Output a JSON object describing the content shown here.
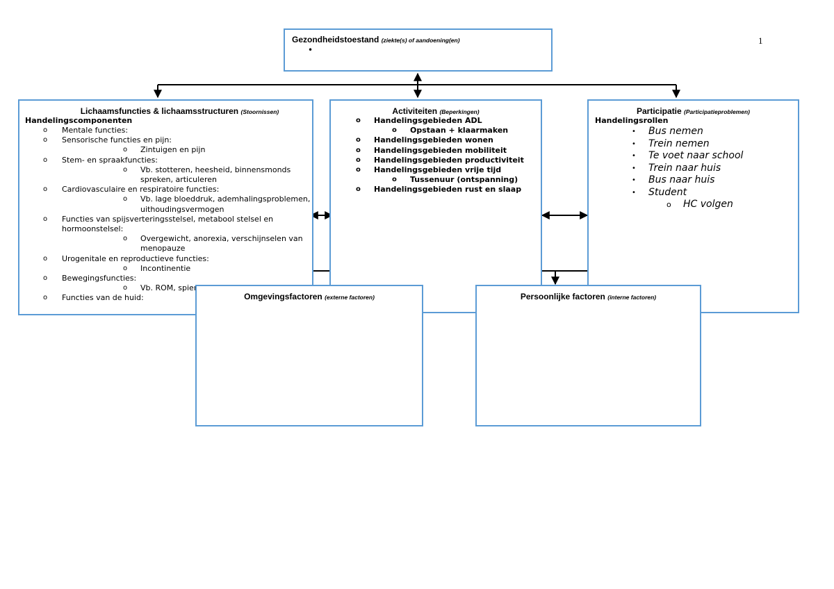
{
  "page_number": "1",
  "health_condition": {
    "title": "Gezondheidstoestand",
    "subtitle": "(ziekte(s) of aandoening(en)",
    "bullet": "•"
  },
  "body_functions": {
    "title": "Lichaamsfuncties & lichaamsstructuren",
    "subtitle": "(Stoornissen)",
    "heading": "Handelingscomponenten",
    "items": [
      {
        "label": "Mentale functies:",
        "children": []
      },
      {
        "label": "Sensorische functies en pijn:",
        "children": [
          "Zintuigen en pijn"
        ]
      },
      {
        "label": "Stem- en spraakfuncties:",
        "children": [
          "Vb. stotteren, heesheid, binnensmonds spreken, articuleren"
        ]
      },
      {
        "label": "Cardiovasculaire en respiratoire functies:",
        "children": [
          "Vb. lage bloeddruk, ademhalingsproblemen, uithoudingsvermogen"
        ]
      },
      {
        "label": "Functies van spijsverteringsstelsel, metabool stelsel en hormoonstelsel:",
        "children": [
          "Overgewicht, anorexia, verschijnselen van menopauze"
        ]
      },
      {
        "label": "Urogenitale en reproductieve functies:",
        "children": [
          "Incontinentie"
        ]
      },
      {
        "label": "Bewegingsfuncties:",
        "children": [
          "Vb. ROM, spierfunctie"
        ]
      },
      {
        "label": "Functies van de huid:",
        "children": []
      }
    ]
  },
  "activities": {
    "title": "Activiteiten",
    "subtitle": "(Beperkingen)",
    "items": [
      {
        "label": "Handelingsgebieden ADL",
        "children": [
          "Opstaan + klaarmaken"
        ]
      },
      {
        "label": "Handelingsgebieden wonen",
        "children": []
      },
      {
        "label": "Handelingsgebieden mobiliteit",
        "children": []
      },
      {
        "label": "Handelingsgebieden productiviteit",
        "children": []
      },
      {
        "label": "Handelingsgebieden vrije tijd",
        "children": [
          "Tussenuur (ontspanning)"
        ]
      },
      {
        "label": "Handelingsgebieden rust en slaap",
        "children": []
      }
    ]
  },
  "participation": {
    "title": "Participatie",
    "subtitle": "(Participatieproblemen)",
    "heading": "Handelingsrollen",
    "items": [
      {
        "label": "Bus nemen",
        "children": []
      },
      {
        "label": "Trein nemen",
        "children": []
      },
      {
        "label": "Te voet naar school",
        "children": []
      },
      {
        "label": "Trein naar huis",
        "children": []
      },
      {
        "label": "Bus naar huis",
        "children": []
      },
      {
        "label": "Student",
        "children": [
          "HC volgen"
        ]
      }
    ]
  },
  "environmental_factors": {
    "title": "Omgevingsfactoren",
    "subtitle": "(externe factoren)"
  },
  "personal_factors": {
    "title": "Persoonlijke factoren",
    "subtitle": "(interne factoren)"
  },
  "markers": {
    "circle": "o",
    "bullet": "•"
  },
  "colors": {
    "box_border": "#5b9bd5",
    "connector": "#000000"
  }
}
